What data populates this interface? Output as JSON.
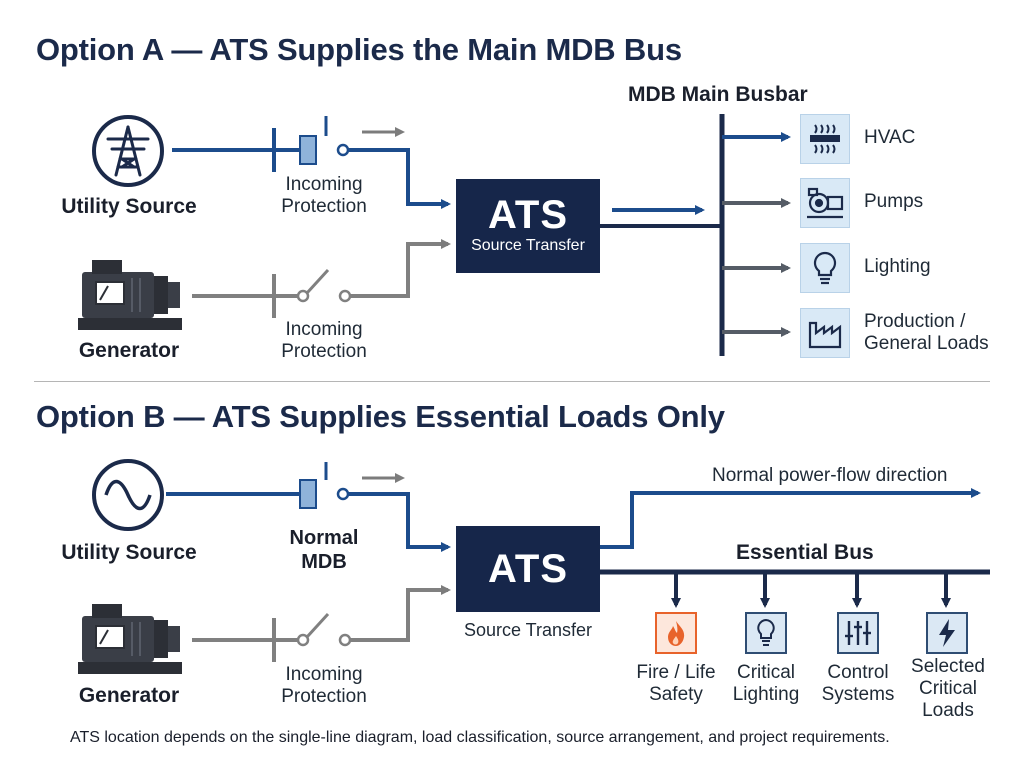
{
  "option_a": {
    "title": "Option A — ATS Supplies the Main MDB Bus",
    "utility_label": "Utility Source",
    "generator_label": "Generator",
    "utility_protection": [
      "Incoming",
      "Protection"
    ],
    "generator_protection": [
      "Incoming",
      "Protection"
    ],
    "ats_title": "ATS",
    "ats_subtitle": "Source Transfer",
    "busbar_label": "MDB Main Busbar",
    "loads": [
      "HVAC",
      "Pumps",
      "Lighting"
    ],
    "load_4": [
      "Production /",
      "General Loads"
    ]
  },
  "option_b": {
    "title": "Option B — ATS Supplies Essential Loads Only",
    "utility_label": "Utility Source",
    "generator_label": "Generator",
    "utility_protection": [
      "Normal",
      "MDB"
    ],
    "generator_protection": [
      "Incoming",
      "Protection"
    ],
    "ats_title": "ATS",
    "ats_subtitle": "Source Transfer",
    "flow_label": "Normal power-flow direction",
    "essential_bus_label": "Essential Bus",
    "essential_loads": [
      [
        "Fire / Life",
        "Safety"
      ],
      [
        "Critical",
        "Lighting"
      ],
      [
        "Control",
        "Systems"
      ],
      [
        "Selected",
        "Critical",
        "Loads"
      ]
    ]
  },
  "footnote": "ATS location depends on the single-line diagram, load classification, source arrangement, and project requirements.",
  "colors": {
    "navy": "#16264a",
    "blue_line": "#1c4c8c",
    "gray_line": "#808080",
    "fire_accent": "#e8632b"
  },
  "icons": {
    "utility_a": "transmission-tower-icon",
    "utility_b": "sine-wave-icon",
    "generator": "generator-icon",
    "hvac": "hvac-icon",
    "pumps": "pump-icon",
    "lighting": "lightbulb-icon",
    "production": "factory-icon",
    "fire": "fire-icon",
    "critical_lighting": "lightbulb-icon",
    "control": "sliders-icon",
    "selected": "lightning-icon"
  }
}
